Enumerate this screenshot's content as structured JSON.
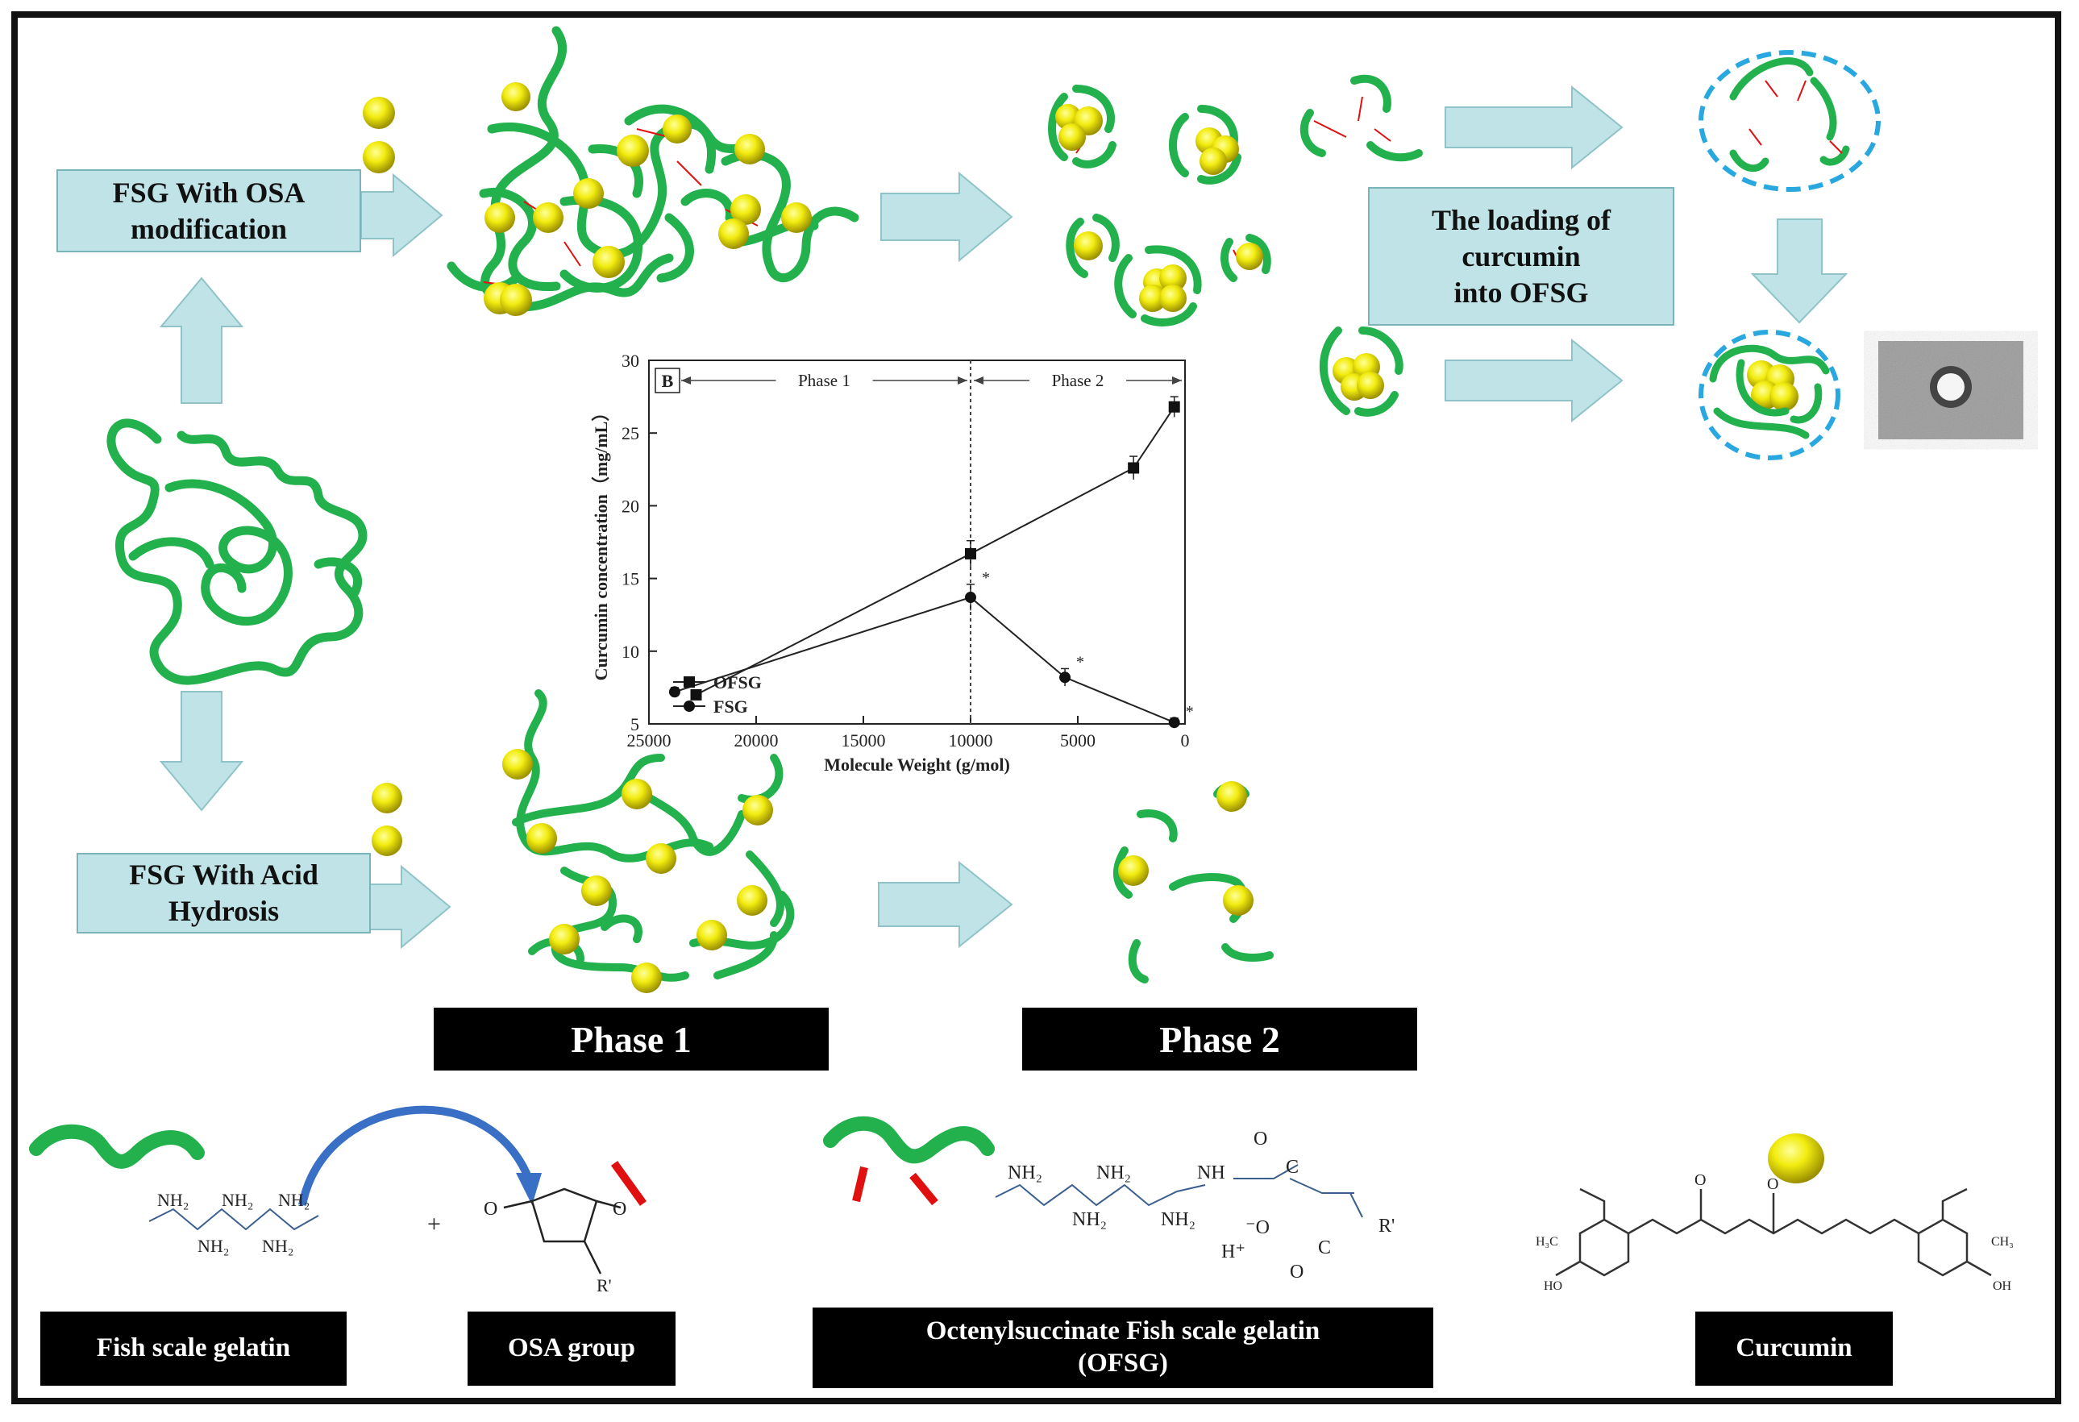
{
  "boxes": {
    "osa_line1": "FSG With OSA",
    "osa_line2": "modification",
    "acid_line1": "FSG With Acid",
    "acid_line2": "Hydrosis",
    "loading_line1": "The loading of",
    "loading_line2": "curcumin",
    "loading_line3": "into OFSG"
  },
  "phase_labels": {
    "phase1": "Phase 1",
    "phase2": "Phase 2"
  },
  "legend_boxes": {
    "fish_scale_gelatin": "Fish scale gelatin",
    "osa_group": "OSA group",
    "ofsg_line1": "Octenylsuccinate Fish scale gelatin",
    "ofsg_line2": "(OFSG)",
    "curcumin": "Curcumin"
  },
  "chem": {
    "nh2": "NH₂",
    "nh": "NH",
    "plus": "+",
    "o": "O",
    "r": "R'",
    "h_plus": "H⁺",
    "o_minus": "⁻O",
    "c": "C",
    "h3co": "H₃C",
    "ho": "HO",
    "oh": "OH",
    "ch3": "CH₃"
  },
  "colors": {
    "gelatin_green": "#22b14c",
    "curcumin_yellow": "#e8e000",
    "osa_red": "#e01010",
    "arrow_fill": "#bfe3e6",
    "micelle_blue": "#29a8e0",
    "reaction_arrow_blue": "#3a6fc6"
  },
  "chart_data": {
    "type": "line",
    "panel_label": "B",
    "xlabel": "Molecule Weight (g/mol)",
    "ylabel": "Curcumin concentration（mg/mL）",
    "xlim": [
      25000,
      0
    ],
    "ylim": [
      5,
      30
    ],
    "x_reversed": true,
    "xticks": [
      25000,
      20000,
      15000,
      10000,
      5000,
      0
    ],
    "xtick_labels": [
      "25000",
      "20000",
      "15000",
      "10000",
      "5000",
      "0"
    ],
    "yticks": [
      5,
      10,
      15,
      20,
      25,
      30
    ],
    "ytick_labels": [
      "5",
      "10",
      "15",
      "20",
      "25",
      "30"
    ],
    "phase_divider_x": 10000,
    "phase_regions": [
      {
        "label": "Phase 1",
        "from": 25000,
        "to": 10000
      },
      {
        "label": "Phase 2",
        "from": 10000,
        "to": 0
      }
    ],
    "legend_position": "bottom-left",
    "series": [
      {
        "name": "OFSG",
        "marker": "square",
        "x": [
          22800,
          10000,
          2400,
          500
        ],
        "y": [
          7.0,
          16.7,
          22.6,
          26.8
        ],
        "err": [
          0.3,
          0.9,
          0.8,
          0.7
        ]
      },
      {
        "name": "FSG",
        "marker": "circle",
        "x": [
          23800,
          10000,
          5600,
          500
        ],
        "y": [
          7.2,
          13.7,
          8.2,
          5.1
        ],
        "err": [
          0.3,
          0.9,
          0.6,
          0.3
        ]
      }
    ],
    "annotations": [
      "*",
      "*",
      "*"
    ]
  }
}
